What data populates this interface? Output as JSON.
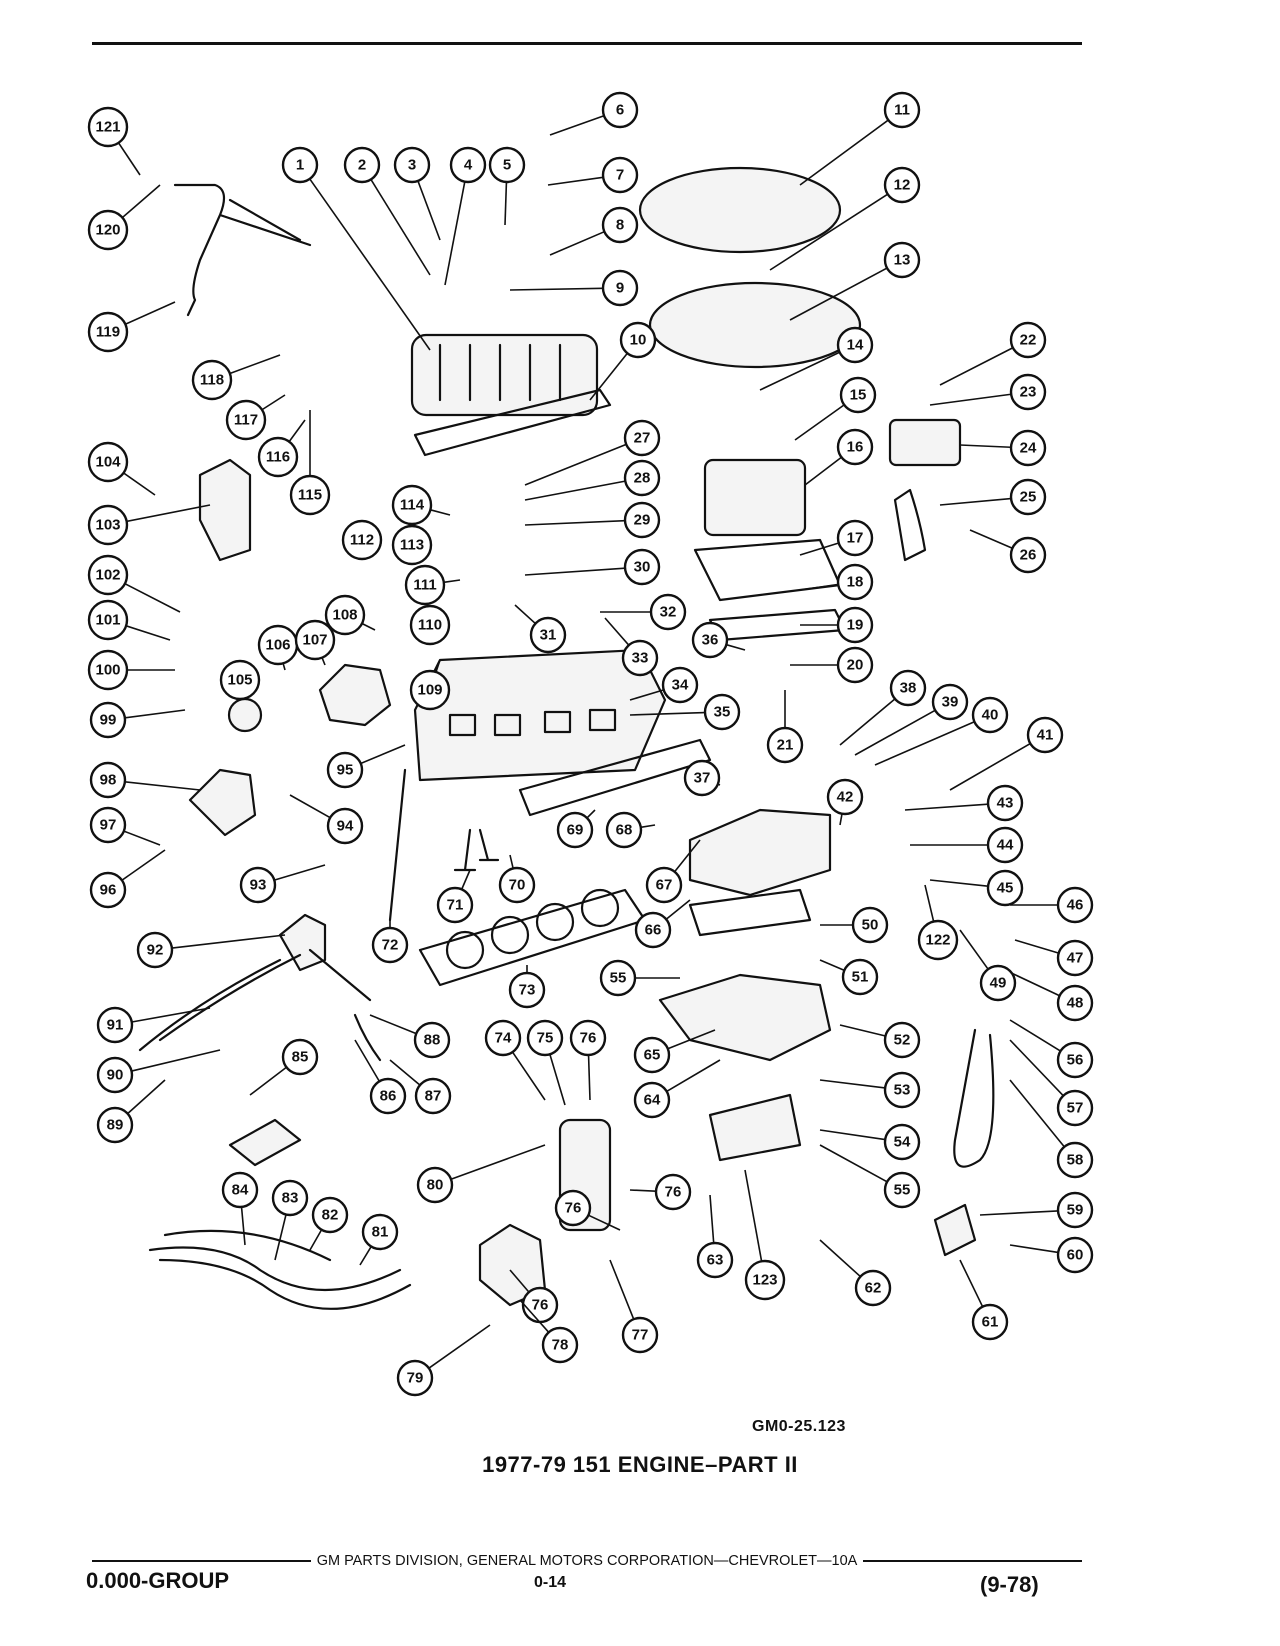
{
  "figure": {
    "reference_code": "GM0-25.123",
    "title": "1977-79 151 ENGINE–PART II"
  },
  "footer": {
    "credit": "GM PARTS DIVISION, GENERAL MOTORS CORPORATION—CHEVROLET—10A",
    "group": "0.000-GROUP",
    "page": "0-14",
    "revision": "(9-78)"
  },
  "callouts": [
    "1",
    "2",
    "3",
    "4",
    "5",
    "6",
    "7",
    "8",
    "9",
    "10",
    "11",
    "12",
    "13",
    "14",
    "15",
    "16",
    "17",
    "18",
    "19",
    "20",
    "21",
    "22",
    "23",
    "24",
    "25",
    "26",
    "27",
    "28",
    "29",
    "30",
    "31",
    "32",
    "33",
    "34",
    "35",
    "36",
    "37",
    "38",
    "39",
    "40",
    "41",
    "42",
    "43",
    "44",
    "45",
    "46",
    "47",
    "48",
    "49",
    "50",
    "51",
    "52",
    "53",
    "54",
    "55",
    "55",
    "56",
    "57",
    "58",
    "59",
    "60",
    "61",
    "62",
    "63",
    "64",
    "65",
    "66",
    "67",
    "68",
    "69",
    "70",
    "71",
    "72",
    "73",
    "74",
    "75",
    "76",
    "76",
    "76",
    "76",
    "77",
    "78",
    "79",
    "80",
    "81",
    "82",
    "83",
    "84",
    "85",
    "86",
    "87",
    "88",
    "89",
    "90",
    "91",
    "92",
    "93",
    "94",
    "95",
    "96",
    "97",
    "98",
    "99",
    "100",
    "101",
    "102",
    "103",
    "104",
    "105",
    "106",
    "107",
    "108",
    "109",
    "110",
    "111",
    "112",
    "113",
    "114",
    "115",
    "116",
    "117",
    "118",
    "119",
    "120",
    "121",
    "122",
    "123",
    "39"
  ]
}
